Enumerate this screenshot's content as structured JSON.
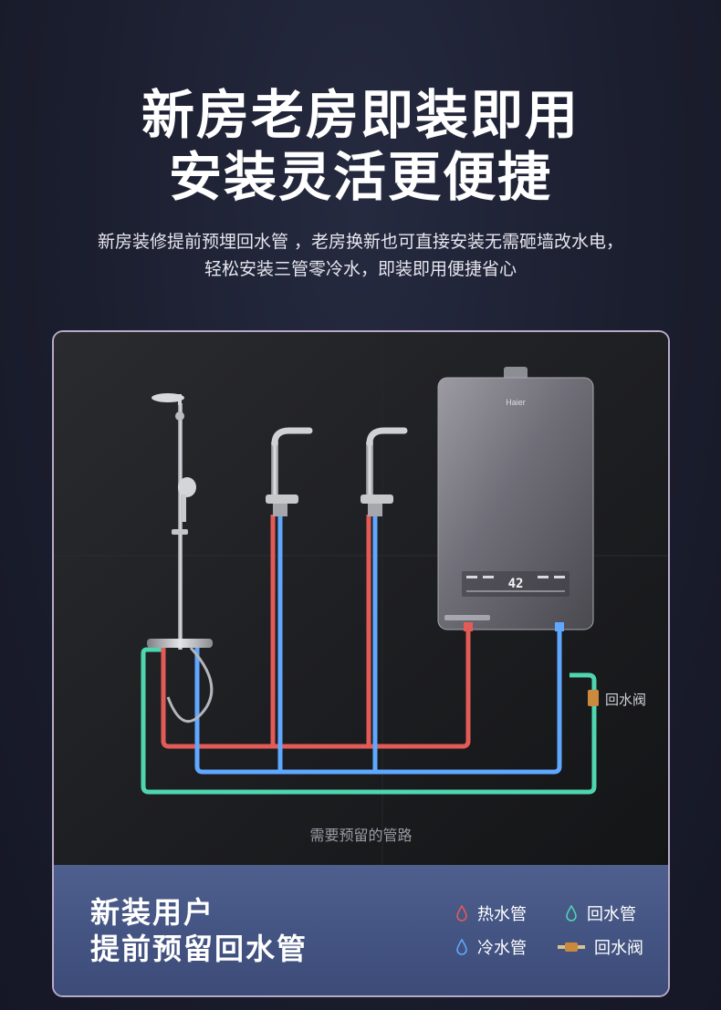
{
  "headline": {
    "line1": "新房老房即装即用",
    "line2": "安装灵活更便捷"
  },
  "subtitle": {
    "line1": "新房装修提前预埋回水管 ，老房换新也可直接安装无需砸墙改水电，",
    "line2": "轻松安装三管零冷水，即装即用便捷省心"
  },
  "scene": {
    "brand": "Haier",
    "display_value": "42",
    "valve_label": "回水阀",
    "caption": "需要预留的管路"
  },
  "bottom": {
    "title_line1": "新装用户",
    "title_line2": "提前预留回水管"
  },
  "legend": [
    {
      "label": "热水管",
      "icon": "drop-red-icon",
      "color": "#e25b57"
    },
    {
      "label": "回水管",
      "icon": "drop-green-icon",
      "color": "#4fd6b0"
    },
    {
      "label": "冷水管",
      "icon": "drop-blue-icon",
      "color": "#5fa8ff"
    },
    {
      "label": "回水阀",
      "icon": "valve-icon",
      "color": "#c98a3e"
    }
  ],
  "colors": {
    "hot": "#e25b57",
    "cold": "#5fa8ff",
    "return": "#4fd6b0"
  }
}
